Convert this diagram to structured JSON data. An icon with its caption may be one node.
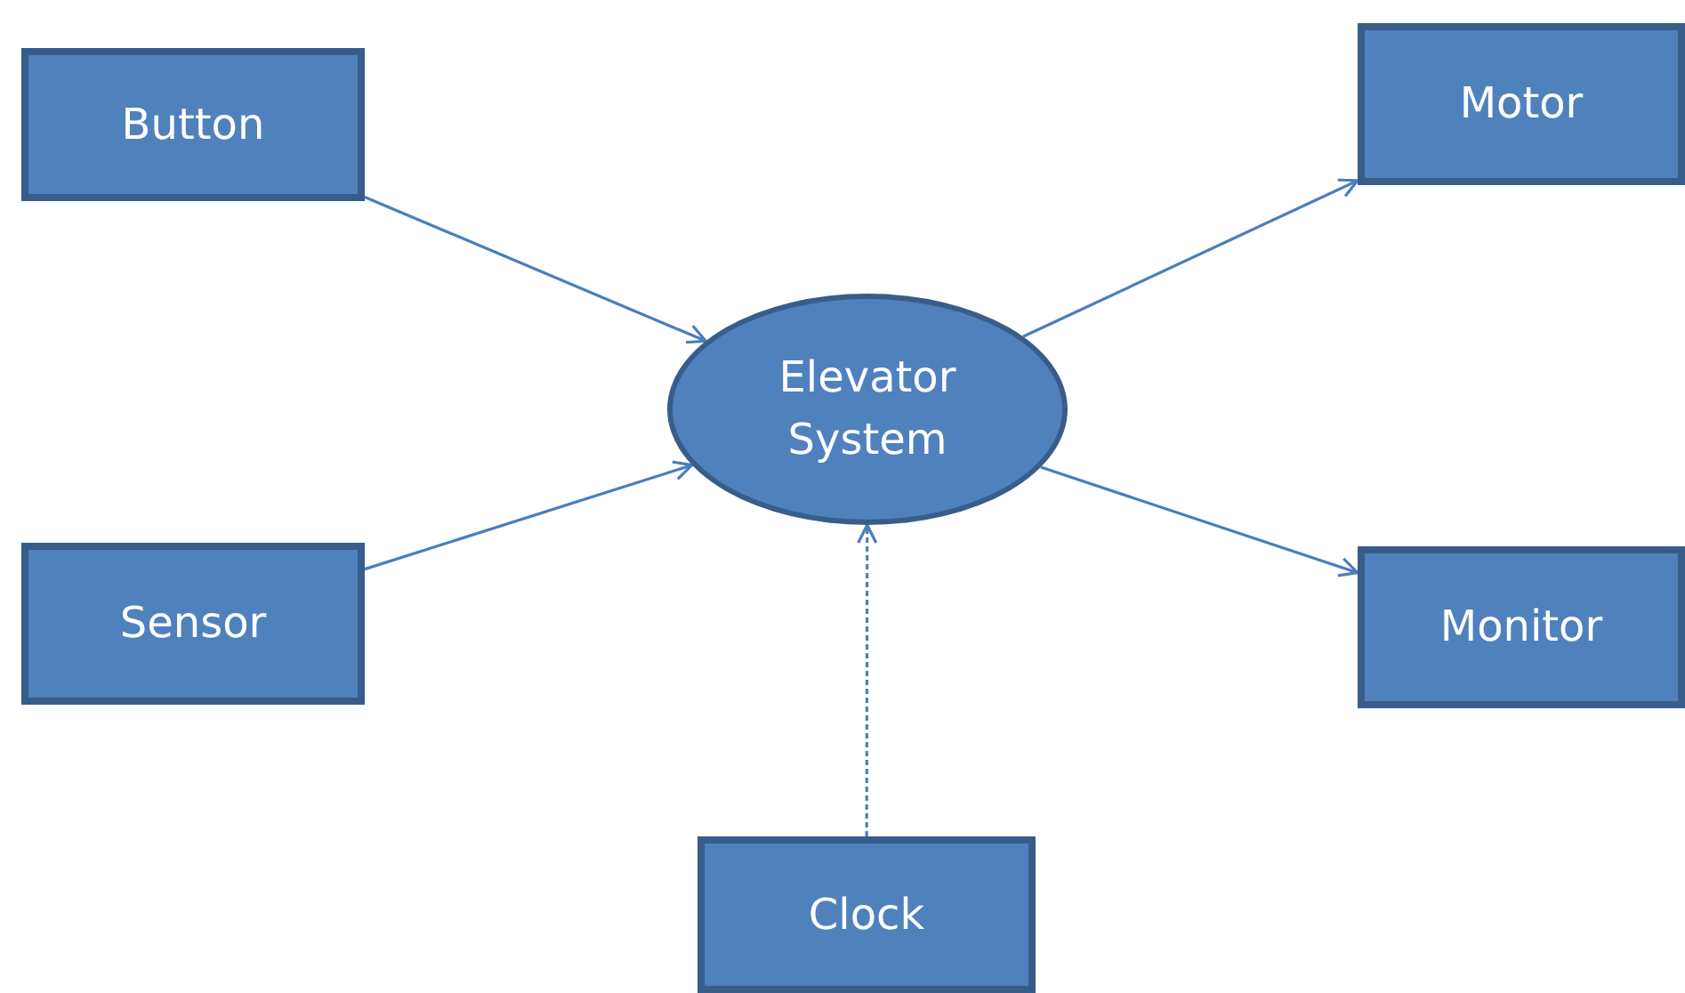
{
  "diagram": {
    "nodes": [
      {
        "text": [
          "Button"
        ]
      },
      {
        "text": [
          "Elevator System"
        ]
      },
      {
        "text": [
          "Motor"
        ]
      },
      {
        "text": [
          "Sensor"
        ]
      },
      {
        "text": [
          "Monitor"
        ]
      },
      {
        "text": [
          "Clock"
        ]
      }
    ],
    "edges": [
      {
        "from": 0,
        "to": 1,
        "arrow": "to"
      },
      {
        "from": 1,
        "to": 2,
        "arrow": "to"
      },
      {
        "from": 3,
        "to": 1,
        "arrow": "to"
      },
      {
        "from": 1,
        "to": 4,
        "arrow": "to"
      },
      {
        "from": 5,
        "to": 1,
        "arrow": "to",
        "style": "dashed"
      }
    ]
  }
}
